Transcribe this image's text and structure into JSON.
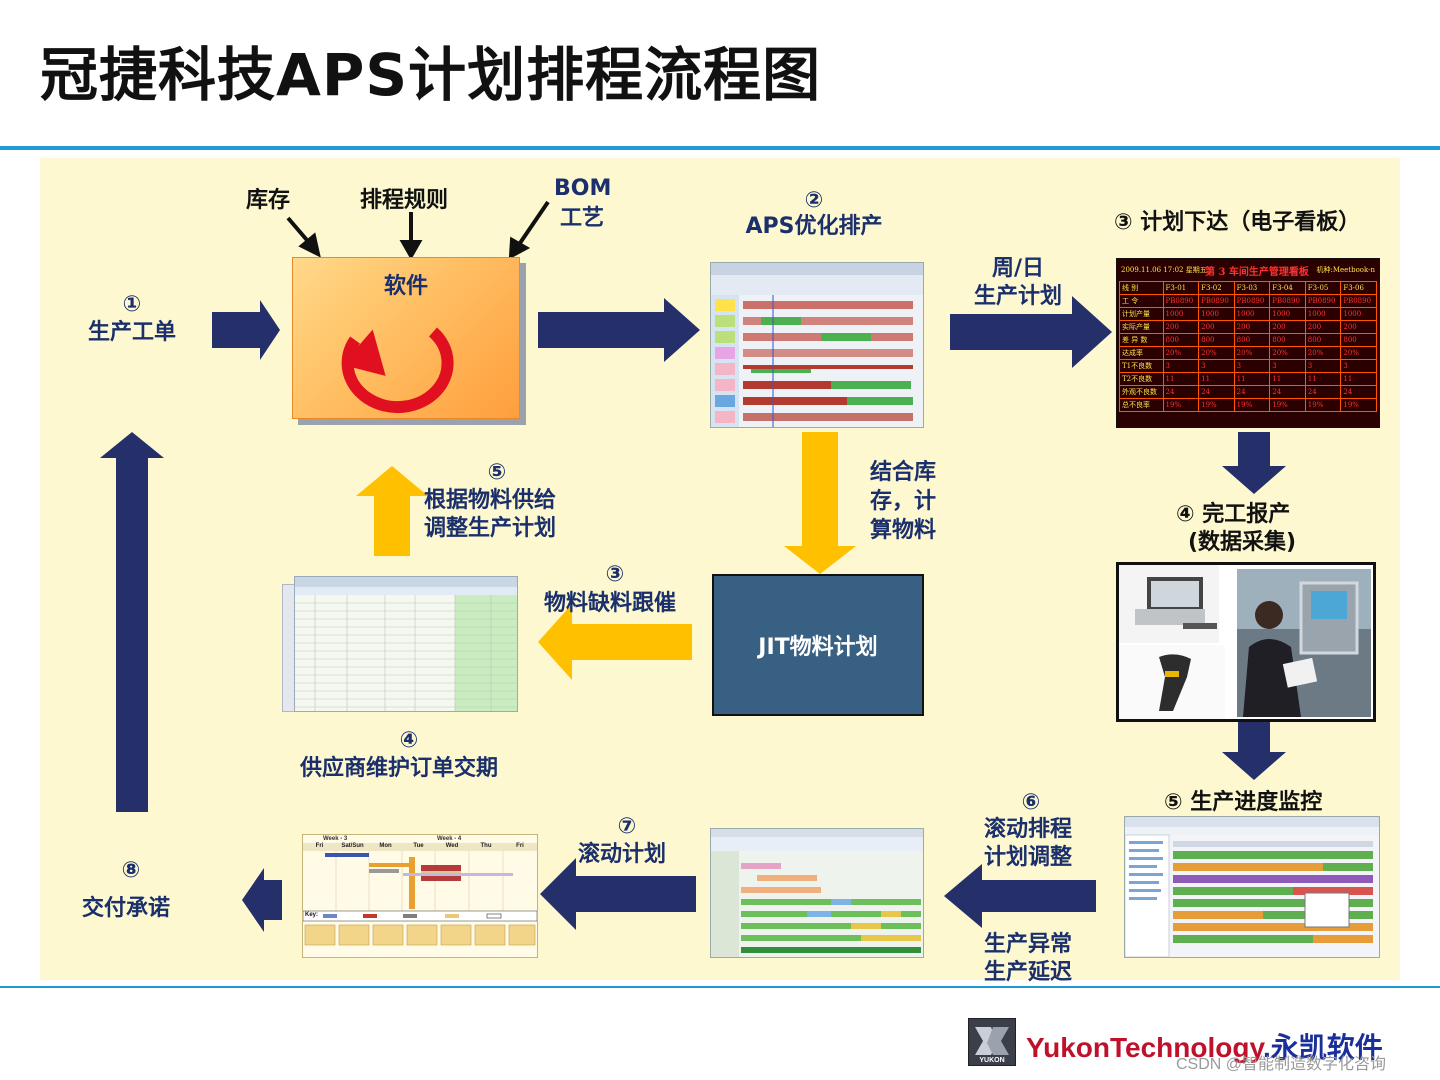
{
  "title": "冠捷科技APS计划排程流程图",
  "inputs": {
    "inventory": "库存",
    "rules": "排程规则",
    "bom": "BOM",
    "process": "工艺"
  },
  "software_label": "软件",
  "production_order": {
    "num": "①",
    "label": "生产工单"
  },
  "aps": {
    "num": "②",
    "label": "APS优化排产"
  },
  "plan_release": {
    "label": "③ 计划下达（电子看板）"
  },
  "weekly_daily": {
    "line1": "周/日",
    "line2": "生产计划"
  },
  "material_calc": {
    "line1": "结合库",
    "line2": "存，计",
    "line3": "算物料"
  },
  "jit_label": "JIT物料计划",
  "shortage": {
    "num": "③",
    "label": "物料缺料跟催"
  },
  "adjust": {
    "num": "⑤",
    "line1": "根据物料供给",
    "line2": "调整生产计划"
  },
  "supplier": {
    "num": "④",
    "label": "供应商维护订单交期"
  },
  "completion": {
    "line1": "④ 完工报产",
    "line2": "(数据采集)"
  },
  "monitor": {
    "label": "⑤ 生产进度监控"
  },
  "rolling_adjust": {
    "num": "⑥",
    "line1": "滚动排程",
    "line2": "计划调整"
  },
  "exceptions": {
    "line1": "生产异常",
    "line2": "生产延迟"
  },
  "rolling_plan": {
    "num": "⑦",
    "label": "滚动计划"
  },
  "delivery": {
    "num": "⑧",
    "label": "交付承诺"
  },
  "kanban": {
    "header": "2009.11.06 17:02 星期五",
    "title": "第 3 车间生产管理看板",
    "model": "机种:Meetbook-n",
    "columns": [
      "线  别",
      "F3-01",
      "F3-02",
      "F3-03",
      "F3-04",
      "F3-05",
      "F3-06"
    ],
    "rows": [
      [
        "工  令",
        "PB0890",
        "PB0890",
        "PB0890",
        "PB0890",
        "PB0890",
        "PB0890"
      ],
      [
        "计划产量",
        "1000",
        "1000",
        "1000",
        "1000",
        "1000",
        "1000"
      ],
      [
        "实际产量",
        "200",
        "200",
        "200",
        "200",
        "200",
        "200"
      ],
      [
        "差 异 数",
        "800",
        "800",
        "800",
        "800",
        "800",
        "800"
      ],
      [
        "达成率",
        "20%",
        "20%",
        "20%",
        "20%",
        "20%",
        "20%"
      ],
      [
        "T1不良数",
        "3",
        "3",
        "3",
        "3",
        "3",
        "3"
      ],
      [
        "T2不良数",
        "11",
        "11",
        "11",
        "11",
        "11",
        "11"
      ],
      [
        "外观不良数",
        "24",
        "24",
        "24",
        "24",
        "24",
        "24"
      ],
      [
        "总不良率",
        "19%",
        "19%",
        "19%",
        "19%",
        "19%",
        "19%"
      ]
    ]
  },
  "gantt_mini": {
    "weeks": [
      "Week - 3",
      "Week - 4"
    ],
    "days": [
      "Fri",
      "Sat/Sun",
      "Mon",
      "Tue",
      "Wed",
      "Thu",
      "Fri"
    ],
    "key": "Key:"
  },
  "logo": {
    "en": "YukonTechnology",
    "cn": ".永凯软件",
    "badge": "YUKON"
  },
  "watermark": "CSDN @智能制造数字化咨询",
  "colors": {
    "navy_arrow": "#25306b",
    "yellow_arrow": "#ffc000",
    "panel": "#fdf8cf",
    "accent_line": "#1f9ad6"
  }
}
